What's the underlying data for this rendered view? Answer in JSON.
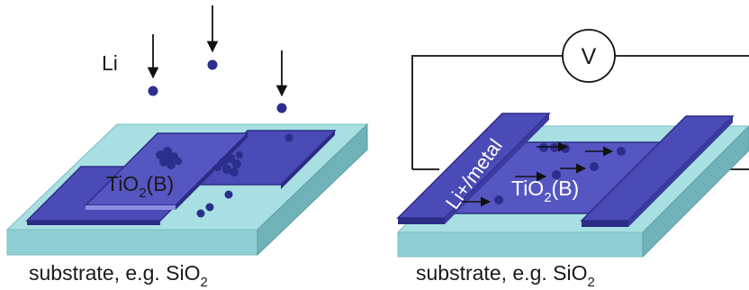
{
  "colors": {
    "substrate_top": "#a8dfe3",
    "substrate_front": "#8fcfd4",
    "substrate_side": "#6fb3b8",
    "film": "#4a4bb6",
    "film_edge": "#2c2d86",
    "film_highlight": "#7a7bd8",
    "particle": "#2b2e8c",
    "arrow": "#111111",
    "meter_ring": "#111111"
  },
  "left_panel": {
    "li_label": "Li",
    "film_label_main": "TiO",
    "film_label_sub": "2",
    "film_label_tail": "(B)",
    "substrate_label_main": "substrate, e.g. SiO",
    "substrate_label_sub": "2"
  },
  "right_panel": {
    "voltmeter_label": "V",
    "electrode_label": "Li+/metal",
    "film_label_main": "TiO",
    "film_label_sub": "2",
    "film_label_tail": "(B)",
    "substrate_label_main": "substrate, e.g. SiO",
    "substrate_label_sub": "2"
  },
  "icons": {
    "falling_arrow": "arrow-down-icon",
    "drift_arrow": "arrow-right-icon",
    "voltmeter": "voltmeter-icon"
  }
}
